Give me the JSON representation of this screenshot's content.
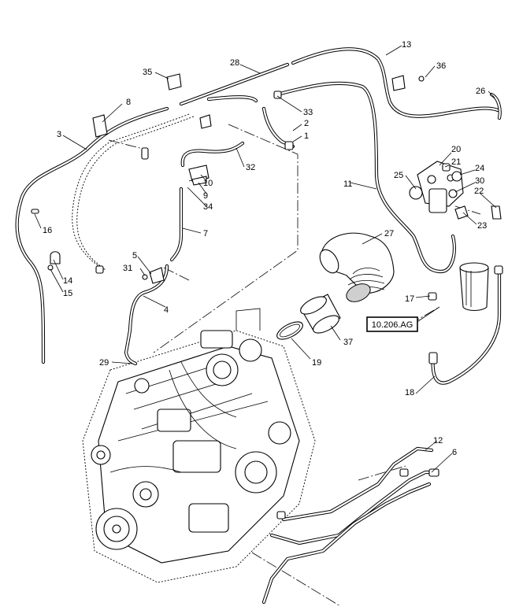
{
  "diagram": {
    "reference_label": "10.206.AG",
    "callouts": [
      "1",
      "2",
      "3",
      "4",
      "5",
      "6",
      "7",
      "8",
      "9",
      "10",
      "11",
      "12",
      "13",
      "14",
      "15",
      "16",
      "17",
      "18",
      "19",
      "20",
      "21",
      "22",
      "23",
      "24",
      "25",
      "26",
      "27",
      "28",
      "29",
      "30",
      "31",
      "32",
      "33",
      "34",
      "35",
      "36",
      "37"
    ]
  }
}
